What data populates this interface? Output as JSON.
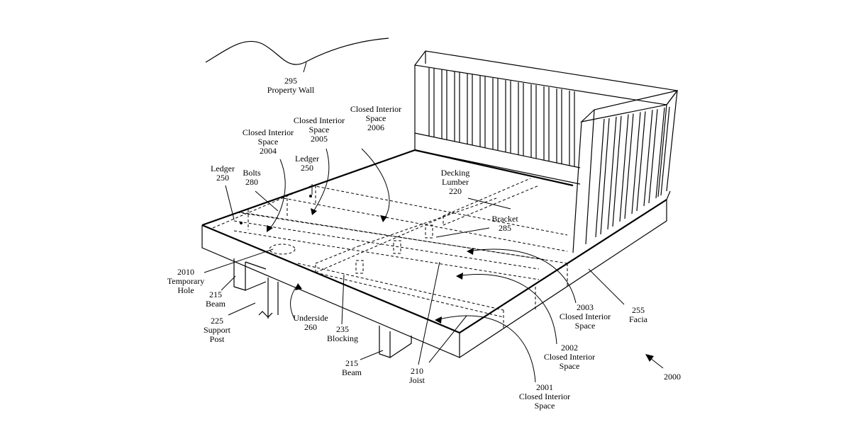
{
  "labels": [
    {
      "id": "property-wall",
      "lines": [
        "295",
        "Property Wall"
      ]
    },
    {
      "id": "closed-space-2006",
      "lines": [
        "Closed Interior",
        "Space",
        "2006"
      ]
    },
    {
      "id": "closed-space-2005",
      "lines": [
        "Closed Interior",
        "Space",
        "2005"
      ]
    },
    {
      "id": "closed-space-2004",
      "lines": [
        "Closed Interior",
        "Space",
        "2004"
      ]
    },
    {
      "id": "ledger-250-left",
      "lines": [
        "Ledger",
        "250"
      ]
    },
    {
      "id": "bolts-280",
      "lines": [
        "Bolts",
        "280"
      ]
    },
    {
      "id": "ledger-250-center",
      "lines": [
        "Ledger",
        "250"
      ]
    },
    {
      "id": "decking-lumber-220",
      "lines": [
        "Decking",
        "Lumber",
        "220"
      ]
    },
    {
      "id": "bracket-285",
      "lines": [
        "Bracket",
        "285"
      ]
    },
    {
      "id": "temporary-hole-2010",
      "lines": [
        "2010",
        "Temporary",
        "Hole"
      ]
    },
    {
      "id": "beam-215-left",
      "lines": [
        "215",
        "Beam"
      ]
    },
    {
      "id": "support-post-225",
      "lines": [
        "225",
        "Support",
        "Post"
      ]
    },
    {
      "id": "underside-260",
      "lines": [
        "Underside",
        "260"
      ]
    },
    {
      "id": "blocking-235",
      "lines": [
        "235",
        "Blocking"
      ]
    },
    {
      "id": "beam-215-bottom",
      "lines": [
        "215",
        "Beam"
      ]
    },
    {
      "id": "joist-210",
      "lines": [
        "210",
        "Joist"
      ]
    },
    {
      "id": "closed-space-2003",
      "lines": [
        "2003",
        "Closed Interior",
        "Space"
      ]
    },
    {
      "id": "facia-255",
      "lines": [
        "255",
        "Facia"
      ]
    },
    {
      "id": "closed-space-2002",
      "lines": [
        "2002",
        "Closed Interior",
        "Space"
      ]
    },
    {
      "id": "closed-space-2001",
      "lines": [
        "2001",
        "Closed Interior",
        "Space"
      ]
    },
    {
      "id": "figure-number",
      "lines": [
        "2000"
      ]
    }
  ]
}
